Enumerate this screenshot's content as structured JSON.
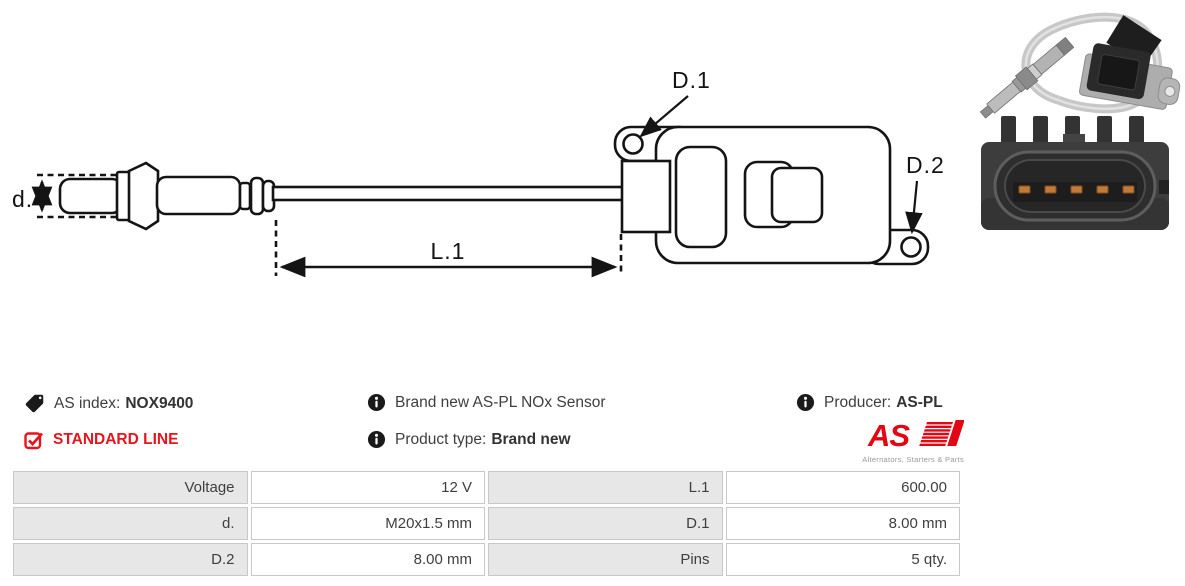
{
  "diagram": {
    "dim_d_label": "d.",
    "dim_l1_label": "L.1",
    "dim_d1_label": "D.1",
    "dim_d2_label": "D.2"
  },
  "info": {
    "as_index_label": "AS index:",
    "as_index_value": "NOX9400",
    "standard_line_label": "STANDARD LINE",
    "description": "Brand new AS-PL NOx Sensor",
    "product_type_label": "Product type:",
    "product_type_value": "Brand new",
    "producer_label": "Producer:",
    "producer_value": "AS-PL",
    "logo_text": "AS",
    "logo_tagline": "Alternators, Starters & Parts"
  },
  "specs_table": {
    "rows": [
      [
        "Voltage",
        "12 V",
        "L.1",
        "600.00"
      ],
      [
        "d.",
        "M20x1.5 mm",
        "D.1",
        "8.00 mm"
      ],
      [
        "D.2",
        "8.00 mm",
        "Pins",
        "5 qty."
      ]
    ]
  },
  "icons": {
    "as_index": "tag-icon",
    "standard_line": "checkbox-checked-icon",
    "description": "info-icon",
    "product_type": "info-icon",
    "producer": "info-icon"
  },
  "colors": {
    "accent_red": "#e8141b",
    "logo_red": "#e30613",
    "text": "#3e3e3e",
    "table_label_bg": "#e7e7e7",
    "table_border": "#c8c8c8",
    "drawing_stroke": "#141414",
    "cable_gray": "#c7c7c7"
  }
}
